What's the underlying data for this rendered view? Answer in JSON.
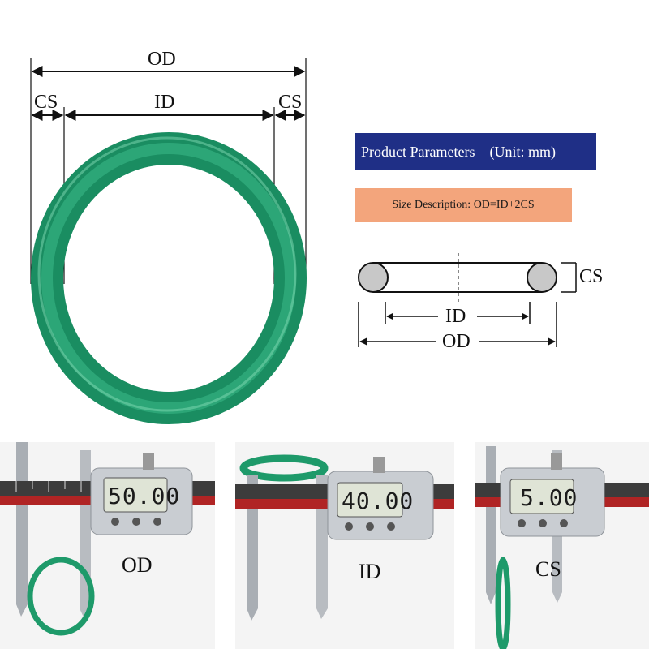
{
  "diagram": {
    "od_label": "OD",
    "id_label": "ID",
    "cs_left_label": "CS",
    "cs_right_label": "CS"
  },
  "params": {
    "title": "Product Parameters",
    "unit": "(Unit: mm)",
    "size_description": "Size Description: OD=ID+2CS"
  },
  "cross_section": {
    "cs_label": "CS",
    "id_label": "ID",
    "od_label": "OD"
  },
  "photos": [
    {
      "reading": "50.00",
      "label": "OD"
    },
    {
      "reading": "40.00",
      "label": "ID"
    },
    {
      "reading": "5.00",
      "label": "CS"
    }
  ],
  "colors": {
    "ring_green": "#1e9a6a",
    "banner_blue": "#1f2f86",
    "banner_orange": "#f3a57c"
  }
}
